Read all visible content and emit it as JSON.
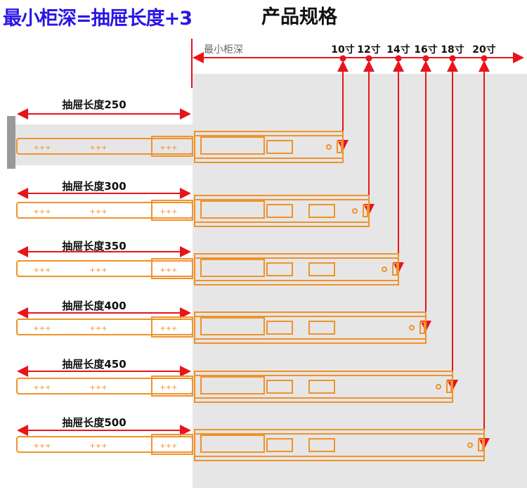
{
  "header": {
    "formula": "最小柜深=抽屉长度+3",
    "title": "产品规格"
  },
  "min_depth_label": "最小柜深",
  "sizes": [
    "10寸",
    "12寸",
    "14寸",
    "16寸",
    "18寸",
    "20寸"
  ],
  "rows": [
    {
      "label": "抽屉长度250"
    },
    {
      "label": "抽屉长度300"
    },
    {
      "label": "抽屉长度350"
    },
    {
      "label": "抽屉长度400"
    },
    {
      "label": "抽屉长度450"
    },
    {
      "label": "抽屉长度500"
    }
  ],
  "colors": {
    "rail": "#f0922a",
    "arrow": "#e8141c",
    "panel": "#e6e6e6",
    "formula": "#2a16e6"
  }
}
